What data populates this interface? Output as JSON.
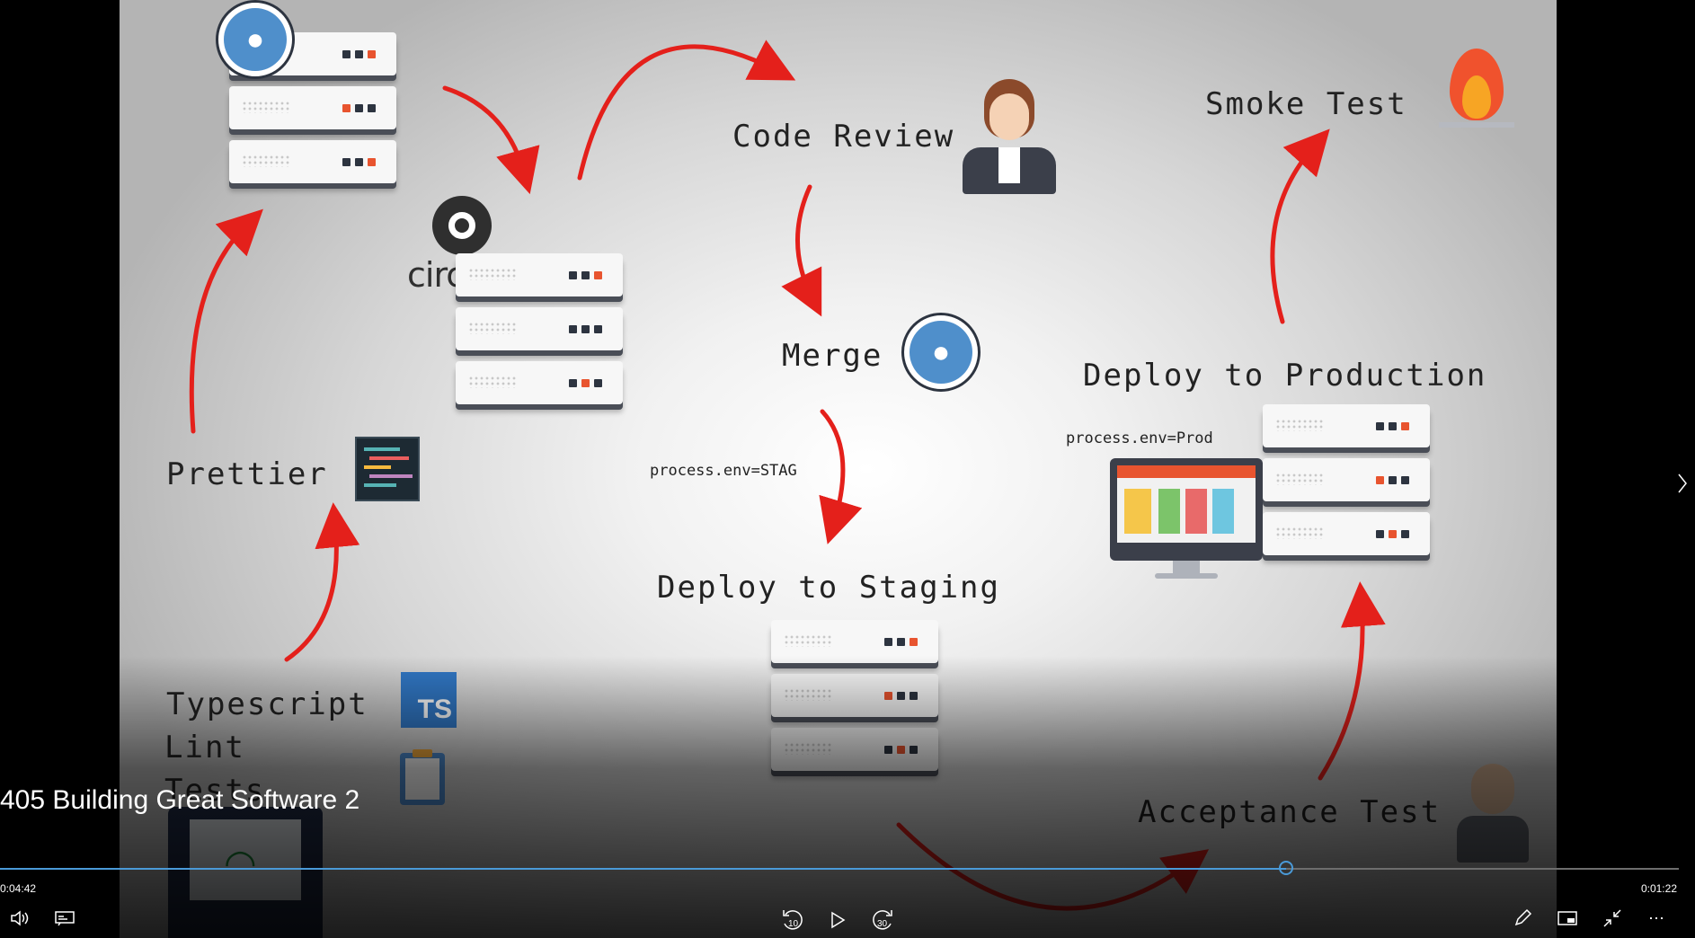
{
  "slide": {
    "labels": {
      "code_review": "Code Review",
      "merge": "Merge",
      "prettier": "Prettier",
      "typescript": "Typescript",
      "lint": "Lint",
      "tests": "Tests",
      "deploy_staging": "Deploy to Staging",
      "deploy_production": "Deploy to Production",
      "smoke_test": "Smoke Test",
      "acceptance_test": "Acceptance Test",
      "env_stag": "process.env=STAG",
      "env_prod": "process.env=Prod",
      "circleci": "circleci",
      "ts_badge": "TS"
    },
    "accent_arrow_color": "#e4201b"
  },
  "player": {
    "video_title": "405 Building Great Software 2",
    "elapsed": "0:04:42",
    "remaining": "0:01:22",
    "progress_fraction": 0.766,
    "rewind_label": "10",
    "forward_label": "30",
    "progress_color": "#4a9ad8",
    "icons": [
      "volume-icon",
      "captions-icon",
      "rewind-10-icon",
      "play-icon",
      "forward-30-icon",
      "pen-icon",
      "miniview-icon",
      "exit-fullscreen-icon",
      "more-icon",
      "next-chevron-icon"
    ]
  }
}
